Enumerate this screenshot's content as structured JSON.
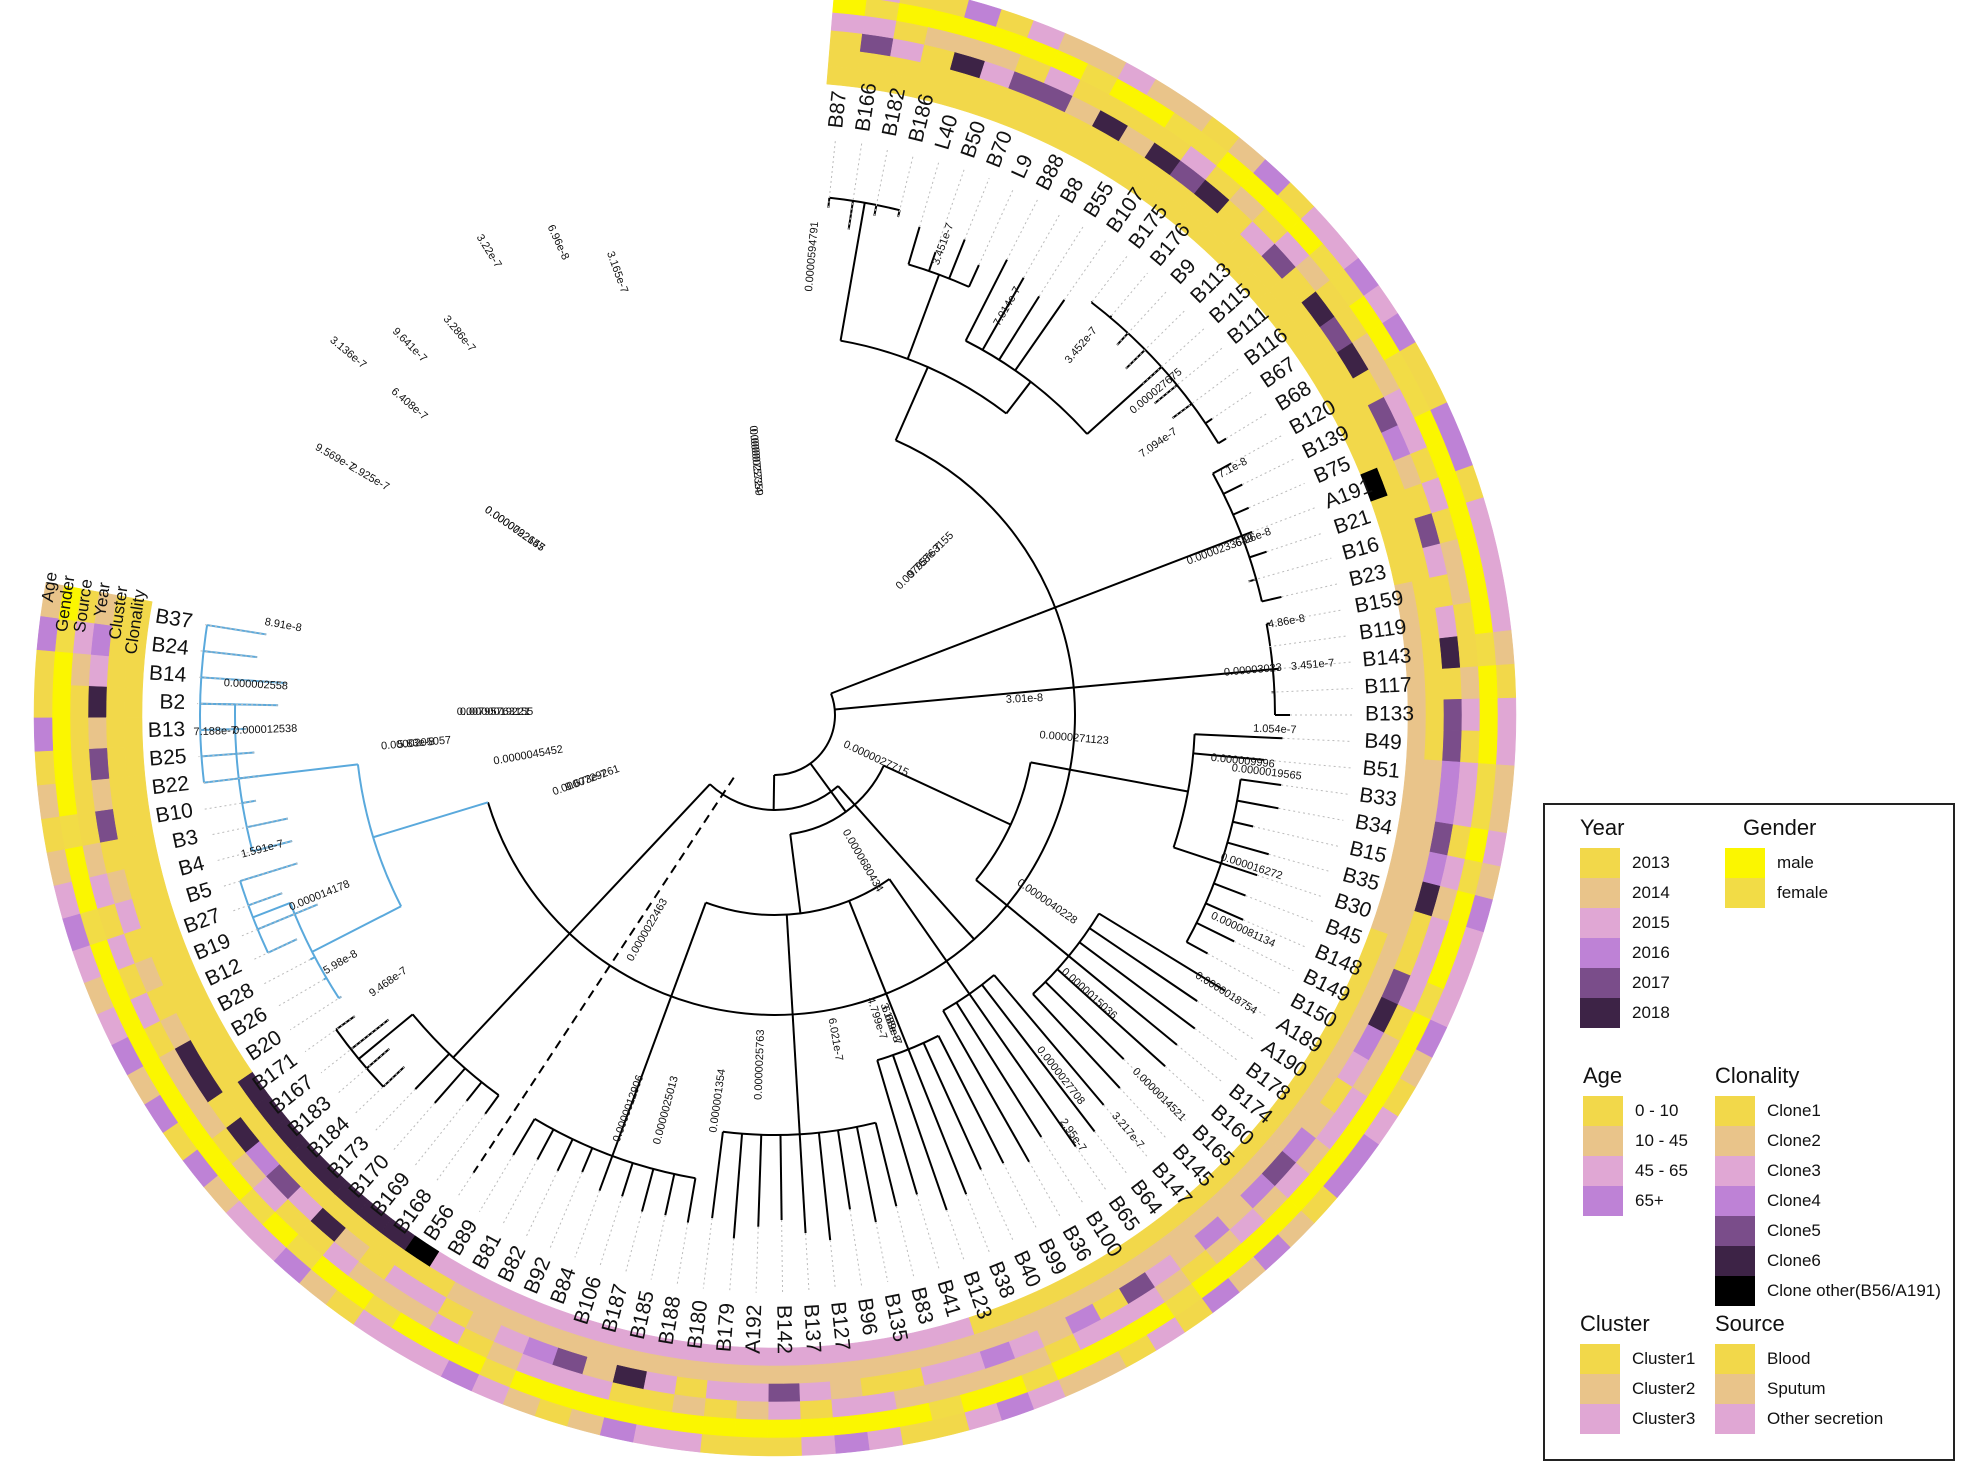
{
  "colors": {
    "year": [
      "#f2d84a",
      "#e9c48a",
      "#e0a7d4",
      "#be82d6",
      "#7a4d8a",
      "#3d2346"
    ],
    "gender": [
      "#fbf600",
      "#f2dc46"
    ],
    "age": [
      "#f2d84a",
      "#e9c48a",
      "#e0a7d4",
      "#be82d6"
    ],
    "clonality": [
      "#f2d84a",
      "#e9c48a",
      "#e0a7d4",
      "#be82d6",
      "#7a4d8a",
      "#3d2346",
      "#000000"
    ],
    "cluster": [
      "#f2d84a",
      "#e9c48a",
      "#e0a7d4"
    ],
    "source": [
      "#f2d84a",
      "#e9c48a",
      "#e0a7d4"
    ],
    "branch_default": "#000000",
    "branch_highlight": "#5aa9dc"
  },
  "track_labels": [
    "Age",
    "Gender",
    "Source",
    "Year",
    "Cluster",
    "Clonality"
  ],
  "leaves": [
    "B87",
    "B166",
    "B182",
    "B186",
    "L40",
    "B50",
    "B70",
    "L9",
    "B88",
    "B8",
    "B55",
    "B107",
    "B175",
    "B176",
    "B9",
    "B113",
    "B115",
    "B111",
    "B116",
    "B67",
    "B68",
    "B120",
    "B139",
    "B75",
    "A191",
    "B21",
    "B16",
    "B23",
    "B159",
    "B119",
    "B143",
    "B117",
    "B133",
    "B49",
    "B51",
    "B33",
    "B34",
    "B15",
    "B35",
    "B30",
    "B45",
    "B148",
    "B149",
    "B150",
    "A189",
    "A190",
    "B178",
    "B174",
    "B160",
    "B165",
    "B145",
    "B147",
    "B64",
    "B65",
    "B100",
    "B36",
    "B99",
    "B40",
    "B38",
    "B123",
    "B41",
    "B83",
    "B135",
    "B96",
    "B127",
    "B137",
    "B142",
    "A192",
    "B179",
    "B180",
    "B188",
    "B185",
    "B187",
    "B106",
    "B84",
    "B92",
    "B82",
    "B81",
    "B89",
    "B56",
    "B168",
    "B169",
    "B170",
    "B173",
    "B184",
    "B183",
    "B167",
    "B171",
    "B20",
    "B26",
    "B28",
    "B12",
    "B19",
    "B27",
    "B5",
    "B4",
    "B3",
    "B10",
    "B22",
    "B25",
    "B13",
    "B2",
    "B14",
    "B24",
    "B37"
  ],
  "branch_labels": {
    "root_a": "0.0000729261",
    "b56_dashed": "0.00795763155",
    "b56_stem": "6.68e-8",
    "upper_left": "0.00795763155",
    "upper_left2": "0.000075724",
    "blue_clade": "0.0000792155",
    "blue_clade2": "0.0000205057",
    "left_black": "0.0000594791",
    "top_black": "0.000027675",
    "top_black2": "3.01e-8",
    "right_upper": "0.0000271123",
    "right_mid": "0.0000027715",
    "lower": "0.0000680434",
    "lower2": "0.0000040228",
    "lower_right": "0.0000015036",
    "b49": "0.0000027708",
    "b51": "0.0000025763",
    "bottom_a": "0.000001354",
    "bottom_b": "0.0000025013",
    "bottom_c": "0.0000012906",
    "bottom_d": "4.799e-7",
    "bottom_e": "6.021e-7",
    "bottom_f": "0.0000022463",
    "bottom_g": "0.0000045452",
    "bottom_h": "9.468e-7",
    "bottom_i": "5.98e-8",
    "left_k": "0.000014178",
    "left_l": "0.000012538",
    "left_m": "0.000002558",
    "left_n": "8.91e-8",
    "left_o": "1.591e-7",
    "left_p": "7.188e-7",
    "left_q": "7.014e-7",
    "left_r": "3.451e-7",
    "left_s": "3.452e-7",
    "left_t": "6.96e-8",
    "left_u": "4.86e-8",
    "left_v": "3.451e-7",
    "left_w": "1.054e-7",
    "left_x": "7.1e-8",
    "left_y": "7.094e-7",
    "right_z": "0.0000233649",
    "right_aa": "0.00003023",
    "right_bb": "0.0000019565",
    "right_cc": "0.000009996",
    "right_dd": "0.000016272",
    "right_ee": "0.0000081134",
    "right_ff": "0.0000018754",
    "right_gg": "0.0000014521",
    "right_hh": "3.217e-7",
    "right_ii": "2.95e-7",
    "right_jj": "3.165e-7",
    "right_kk": "6.96e-8",
    "right_ll": "3.22e-7",
    "right_mm": "9.641e-7",
    "right_nn": "6.408e-7",
    "right_oo": "3.286e-7",
    "right_pp": "9.569e-7",
    "right_qq": "3.136e-7",
    "right_rr": "2.925e-7",
    "right_ss": "9.673e-7",
    "right_tt": "0.0000019221",
    "right_uu": "3.189e-7",
    "right_vv": "9.768e-7",
    "right_ww": "0.0000022359",
    "right_xx": "0.0000022647",
    "right_yy": "5.83e-8"
  },
  "legend": {
    "year": {
      "title": "Year",
      "items": [
        "2013",
        "2014",
        "2015",
        "2016",
        "2017",
        "2018"
      ]
    },
    "gender": {
      "title": "Gender",
      "items": [
        "male",
        "female"
      ]
    },
    "age": {
      "title": "Age",
      "items": [
        "0 - 10",
        "10 - 45",
        "45 - 65",
        "65+"
      ]
    },
    "clonality": {
      "title": "Clonality",
      "items": [
        "Clone1",
        "Clone2",
        "Clone3",
        "Clone4",
        "Clone5",
        "Clone6",
        "Clone other(B56/A191)"
      ]
    },
    "cluster": {
      "title": "Cluster",
      "items": [
        "Cluster1",
        "Cluster2",
        "Cluster3"
      ]
    },
    "source": {
      "title": "Source",
      "items": [
        "Blood",
        "Sputum",
        "Other secretion"
      ]
    }
  }
}
